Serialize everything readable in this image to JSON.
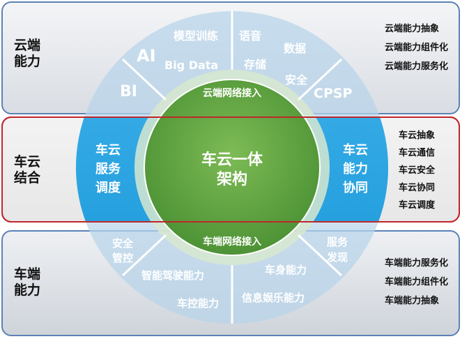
{
  "cloud": {
    "label": "云端\n能力",
    "capabilities": [
      "云端能力抽象",
      "云端能力组件化",
      "云端能力服务化"
    ],
    "access": "云端网络接入",
    "segments": {
      "bi": "BI",
      "ai": "AI",
      "model_training": "模型训练",
      "big_data": "Big Data",
      "voice": "语音",
      "data": "数据",
      "storage": "存储",
      "security": "安全",
      "cpsp": "CPSP"
    }
  },
  "integration": {
    "label": "车云\n结合",
    "items": [
      "车云抽象",
      "车云通信",
      "车云安全",
      "车云协同",
      "车云调度"
    ],
    "left": [
      "车云",
      "服务",
      "调度"
    ],
    "right": [
      "车云",
      "能力",
      "协同"
    ]
  },
  "center": {
    "lines": [
      "车云一体",
      "架构"
    ]
  },
  "vehicle": {
    "label": "车端\n能力",
    "capabilities": [
      "车端能力服务化",
      "车端能力组件化",
      "车端能力抽象"
    ],
    "access": "车端网络接入",
    "segments": {
      "security_control": [
        "安全",
        "管控"
      ],
      "autonomous": "智能驾驶能力",
      "vehicle_control": "车控能力",
      "infotainment": "信息娱乐能力",
      "body": "车身能力",
      "service_discovery": [
        "服务",
        "发现"
      ]
    }
  },
  "colors": {
    "ring_light": "#b9d6ec",
    "ring_blue": "#2aa7e6",
    "center_green": "#5ea642",
    "frame_red": "#c0262c",
    "frame_blue": "#5b82b6"
  }
}
